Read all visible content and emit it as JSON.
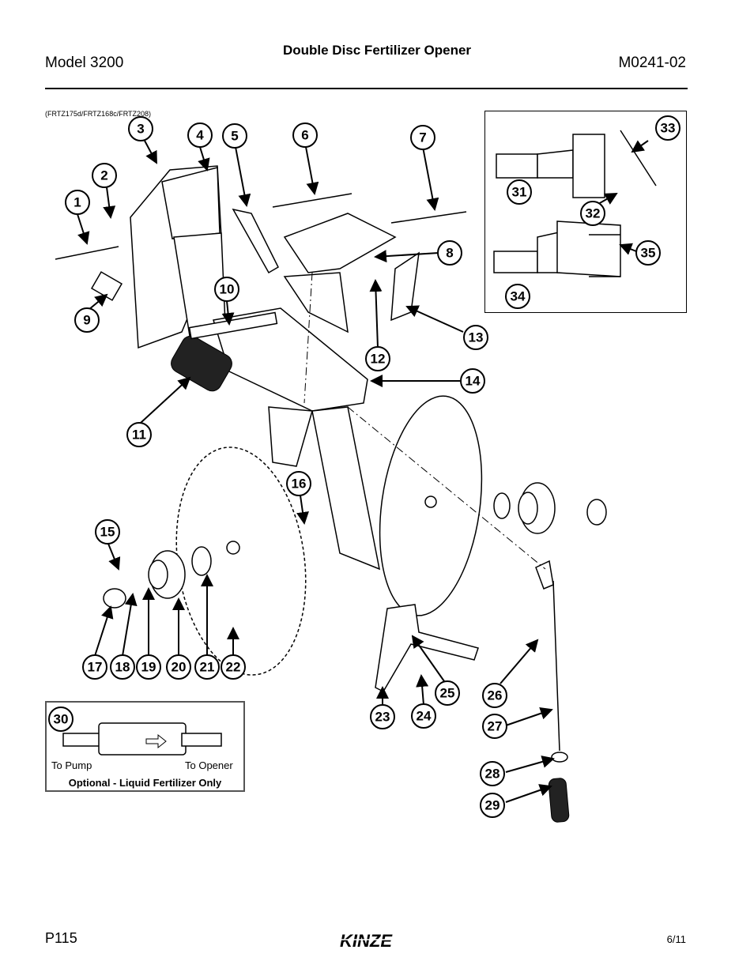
{
  "header": {
    "model": "Model 3200",
    "title": "Double Disc Fertilizer Opener",
    "doc_number": "M0241-02"
  },
  "diagram": {
    "ref_codes": "(FRTZ175d/FRTZ168c/FRTZ208)",
    "callouts": [
      "1",
      "2",
      "3",
      "4",
      "5",
      "6",
      "7",
      "8",
      "9",
      "10",
      "11",
      "12",
      "13",
      "14",
      "15",
      "16",
      "17",
      "18",
      "19",
      "20",
      "21",
      "22",
      "23",
      "24",
      "25",
      "26",
      "27",
      "28",
      "29",
      "30",
      "31",
      "32",
      "33",
      "34",
      "35"
    ]
  },
  "optional_box": {
    "to_pump": "To Pump",
    "to_opener": "To Opener",
    "caption": "Optional - Liquid Fertilizer Only"
  },
  "footer": {
    "page": "P115",
    "brand": "KINZE",
    "date": "6/11"
  }
}
